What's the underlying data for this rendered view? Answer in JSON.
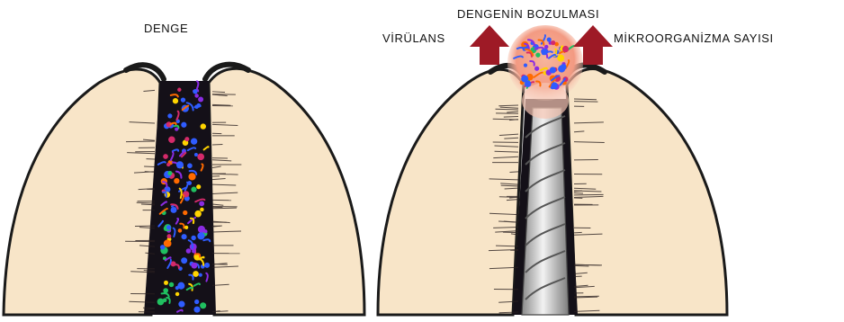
{
  "labels": {
    "left_title": "DENGE",
    "right_title": "DENGENİN BOZULMASI",
    "left_arrow": "VİRÜLANS",
    "right_arrow": "MİKROORGANİZMA  SAYISI"
  },
  "icons": {
    "arrow_left": "up-arrow-icon",
    "arrow_right": "up-arrow-icon"
  },
  "colors": {
    "tooth": "#f8e5c8",
    "outline": "#1a1a1a",
    "arrow": "#9e1a26",
    "pocket": "#141018",
    "inflammation": "#f4a98f",
    "calculus": "#c9c9c9"
  }
}
